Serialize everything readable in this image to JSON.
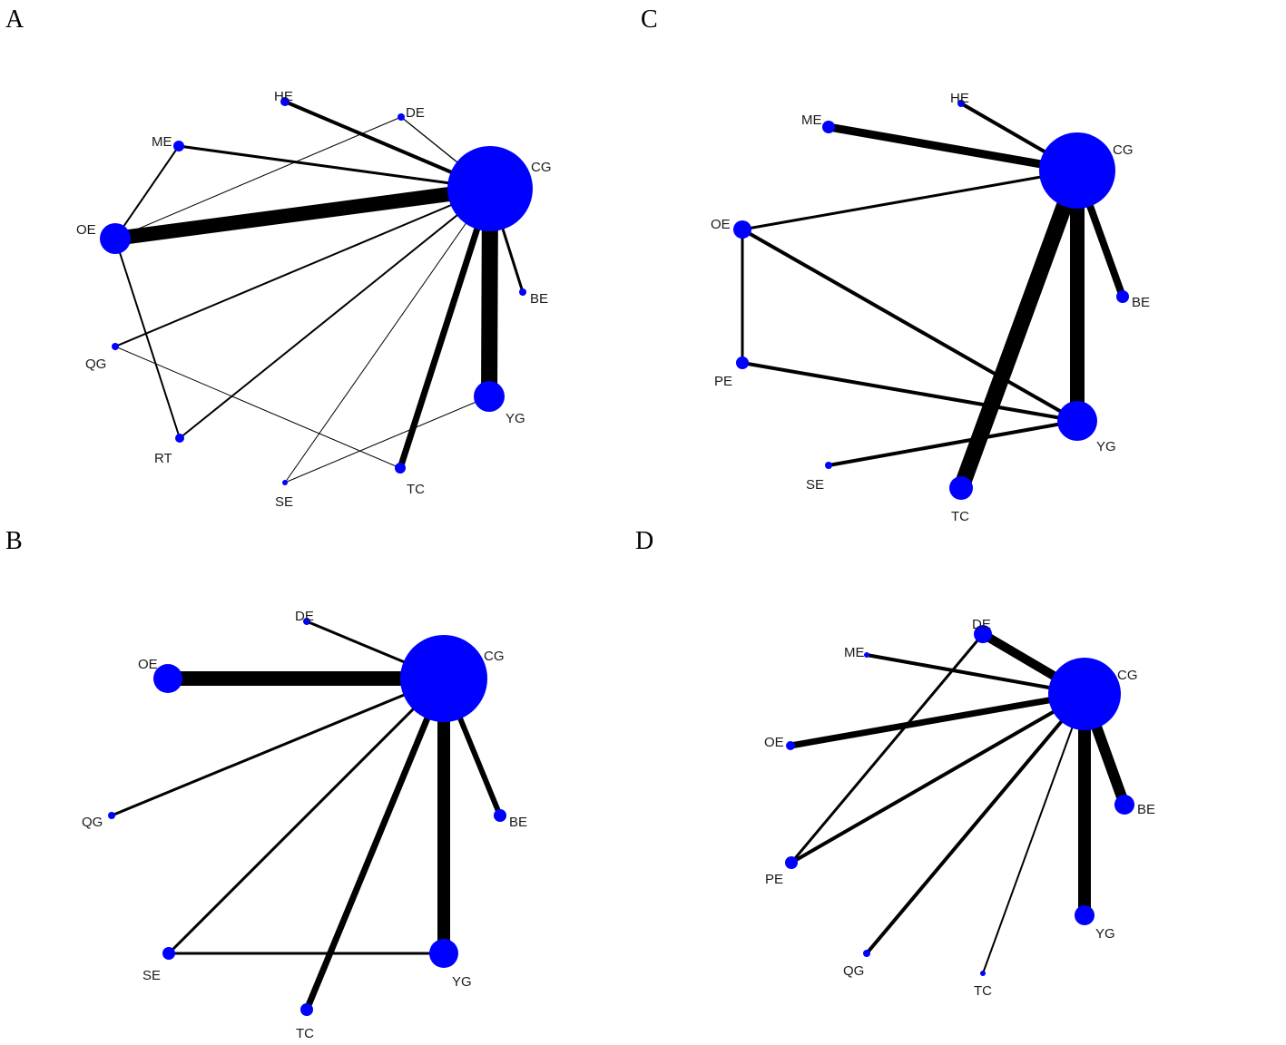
{
  "colors": {
    "node": "#0000ff",
    "edge": "#000000",
    "label": "#1a1a1a"
  },
  "panels": [
    {
      "letter": "A",
      "nodes": [
        {
          "id": "HE",
          "label": "HE"
        },
        {
          "id": "DE",
          "label": "DE"
        },
        {
          "id": "ME",
          "label": "ME"
        },
        {
          "id": "CG",
          "label": "CG"
        },
        {
          "id": "OE",
          "label": "OE"
        },
        {
          "id": "BE",
          "label": "BE"
        },
        {
          "id": "QG",
          "label": "QG"
        },
        {
          "id": "YG",
          "label": "YG"
        },
        {
          "id": "RT",
          "label": "RT"
        },
        {
          "id": "TC",
          "label": "TC"
        },
        {
          "id": "SE",
          "label": "SE"
        }
      ],
      "edges": [
        [
          "OE",
          "CG"
        ],
        [
          "YG",
          "CG"
        ],
        [
          "TC",
          "CG"
        ],
        [
          "HE",
          "CG"
        ],
        [
          "ME",
          "CG"
        ],
        [
          "BE",
          "CG"
        ],
        [
          "QG",
          "CG"
        ],
        [
          "RT",
          "CG"
        ],
        [
          "DE",
          "CG"
        ],
        [
          "SE",
          "CG"
        ],
        [
          "ME",
          "OE"
        ],
        [
          "OE",
          "RT"
        ],
        [
          "OE",
          "DE"
        ],
        [
          "QG",
          "TC"
        ],
        [
          "SE",
          "YG"
        ]
      ]
    },
    {
      "letter": "B",
      "nodes": [
        {
          "id": "DE",
          "label": "DE"
        },
        {
          "id": "OE",
          "label": "OE"
        },
        {
          "id": "CG",
          "label": "CG"
        },
        {
          "id": "QG",
          "label": "QG"
        },
        {
          "id": "BE",
          "label": "BE"
        },
        {
          "id": "SE",
          "label": "SE"
        },
        {
          "id": "YG",
          "label": "YG"
        },
        {
          "id": "TC",
          "label": "TC"
        }
      ],
      "edges": [
        [
          "OE",
          "CG"
        ],
        [
          "YG",
          "CG"
        ],
        [
          "TC",
          "CG"
        ],
        [
          "BE",
          "CG"
        ],
        [
          "DE",
          "CG"
        ],
        [
          "QG",
          "CG"
        ],
        [
          "SE",
          "CG"
        ],
        [
          "SE",
          "YG"
        ]
      ]
    },
    {
      "letter": "C",
      "nodes": [
        {
          "id": "HE",
          "label": "HE"
        },
        {
          "id": "ME",
          "label": "ME"
        },
        {
          "id": "CG",
          "label": "CG"
        },
        {
          "id": "OE",
          "label": "OE"
        },
        {
          "id": "BE",
          "label": "BE"
        },
        {
          "id": "PE",
          "label": "PE"
        },
        {
          "id": "YG",
          "label": "YG"
        },
        {
          "id": "SE",
          "label": "SE"
        },
        {
          "id": "TC",
          "label": "TC"
        }
      ],
      "edges": [
        [
          "TC",
          "CG"
        ],
        [
          "YG",
          "CG"
        ],
        [
          "ME",
          "CG"
        ],
        [
          "BE",
          "CG"
        ],
        [
          "HE",
          "CG"
        ],
        [
          "OE",
          "CG"
        ],
        [
          "OE",
          "YG"
        ],
        [
          "OE",
          "PE"
        ],
        [
          "PE",
          "YG"
        ],
        [
          "SE",
          "YG"
        ]
      ]
    },
    {
      "letter": "D",
      "nodes": [
        {
          "id": "DE",
          "label": "DE"
        },
        {
          "id": "ME",
          "label": "ME"
        },
        {
          "id": "CG",
          "label": "CG"
        },
        {
          "id": "OE",
          "label": "OE"
        },
        {
          "id": "BE",
          "label": "BE"
        },
        {
          "id": "PE",
          "label": "PE"
        },
        {
          "id": "YG",
          "label": "YG"
        },
        {
          "id": "QG",
          "label": "QG"
        },
        {
          "id": "TC",
          "label": "TC"
        }
      ],
      "edges": [
        [
          "YG",
          "CG"
        ],
        [
          "BE",
          "CG"
        ],
        [
          "DE",
          "CG"
        ],
        [
          "OE",
          "CG"
        ],
        [
          "PE",
          "CG"
        ],
        [
          "QG",
          "CG"
        ],
        [
          "ME",
          "CG"
        ],
        [
          "TC",
          "CG"
        ],
        [
          "DE",
          "PE"
        ]
      ]
    }
  ]
}
